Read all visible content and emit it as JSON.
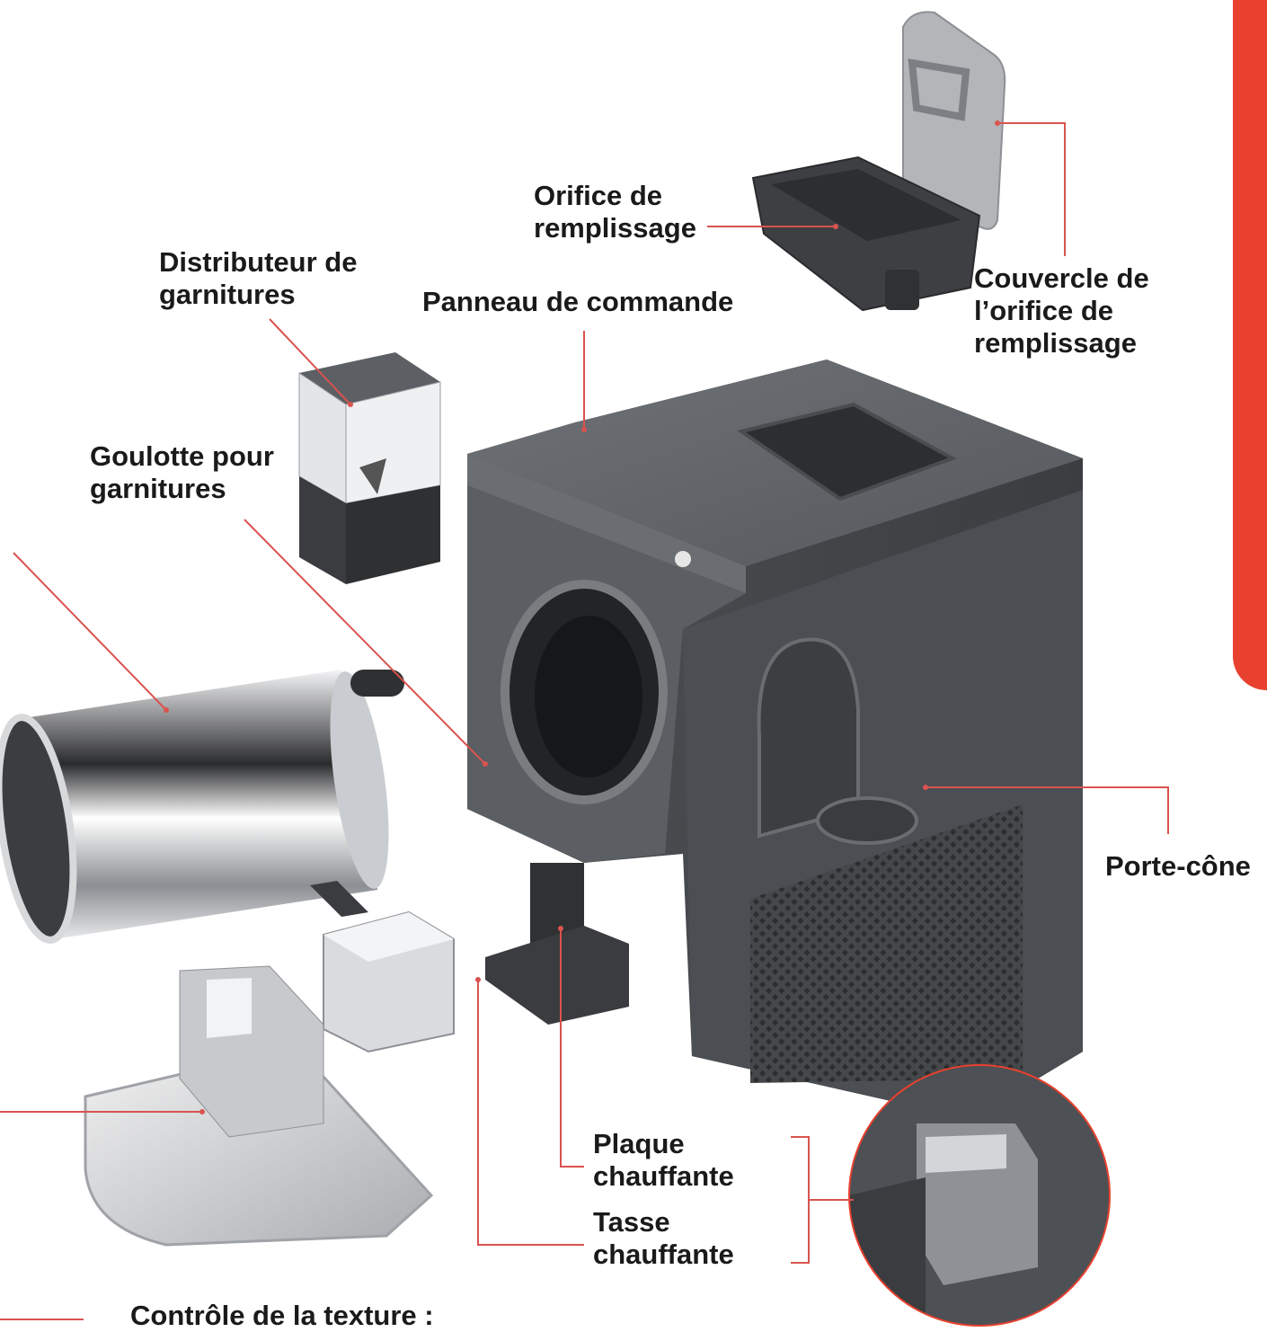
{
  "colors": {
    "accent": "#e8412f",
    "leader_line": "#d9534f",
    "text": "#1a1a1a",
    "machine_body": "#55585c",
    "machine_dark": "#3a3c3f",
    "steel": "#c9ccd0"
  },
  "labels": {
    "orifice": "Orifice de\nremplissage",
    "couvercle": "Couvercle de\nl’orifice de\nremplissage",
    "distributeur": "Distributeur de\ngarnitures",
    "panneau": "Panneau de commande",
    "goulotte": "Goulotte pour\ngarnitures",
    "porte_cone": "Porte-cône",
    "plaque": "Plaque\nchauffante",
    "tasse": "Tasse\nchauffante",
    "texture": "Contrôle de la texture :"
  }
}
